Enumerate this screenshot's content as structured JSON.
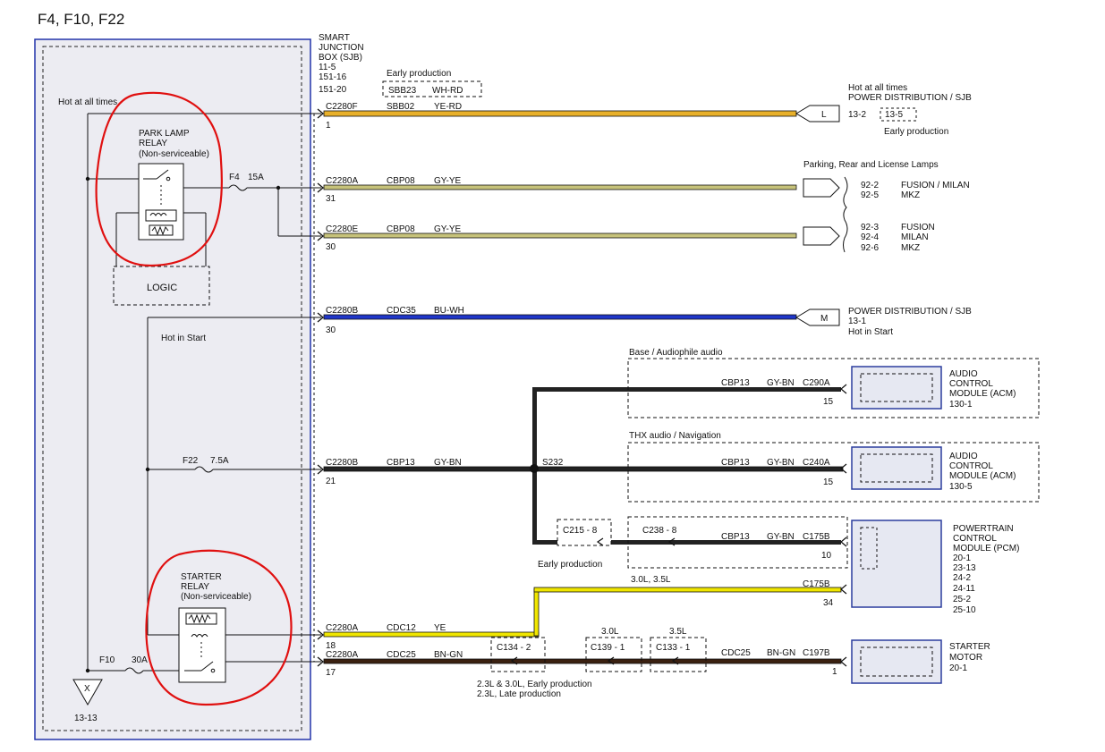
{
  "title": "F4, F10, F22",
  "colors": {
    "sjb_border": "#2233aa",
    "sjb_fill": "#ececf2",
    "module_border": "#2b3d9e",
    "module_fill": "#e6e8f2",
    "annotation_red": "#e01010",
    "wire_ye_rd": "#e8b02a",
    "wire_gy_ye": "#c6c27a",
    "wire_bu_wh": "#1f36c8",
    "wire_gy_bn": "#222222",
    "wire_ye": "#f0e600",
    "wire_bn_gn": "#3a2010"
  },
  "sjb": {
    "label_lines": [
      "SMART",
      "JUNCTION",
      "BOX (SJB)",
      "11-5",
      "151-16",
      "151-20"
    ],
    "hot_at_all_times": "Hot at all times",
    "hot_in_start": "Hot in Start",
    "park_relay_lines": [
      "PARK LAMP",
      "RELAY",
      "(Non-serviceable)"
    ],
    "starter_relay_lines": [
      "STARTER",
      "RELAY",
      "(Non-serviceable)"
    ],
    "logic": "LOGIC",
    "fuse_f4": "F4",
    "fuse_f4_rating": "15A",
    "fuse_f22": "F22",
    "fuse_f22_rating": "7.5A",
    "fuse_f10": "F10",
    "fuse_f10_rating": "30A",
    "ground_symbol": "X",
    "ground_ref": "13-13"
  },
  "early_production": "Early production",
  "circuits": [
    {
      "connector": "C2280F",
      "pin": "1",
      "circuit": "SBB02",
      "wire_color": "YE-RD",
      "early_circuit": "SBB23",
      "early_wire_color": "WH-RD"
    },
    {
      "connector": "C2280A",
      "pin": "31",
      "circuit": "CBP08",
      "wire_color": "GY-YE"
    },
    {
      "connector": "C2280E",
      "pin": "30",
      "circuit": "CBP08",
      "wire_color": "GY-YE"
    },
    {
      "connector": "C2280B",
      "pin": "30",
      "circuit": "CDC35",
      "wire_color": "BU-WH"
    },
    {
      "connector": "C2280B",
      "pin": "21",
      "circuit": "CBP13",
      "wire_color": "GY-BN"
    },
    {
      "connector": "C2280A",
      "pin": "18",
      "circuit": "CDC12",
      "wire_color": "YE"
    },
    {
      "connector": "C2280A",
      "pin": "17",
      "circuit": "CDC25",
      "wire_color": "BN-GN"
    }
  ],
  "destinations": {
    "power_dist_1": {
      "lines": [
        "Hot at all times",
        "POWER DISTRIBUTION / SJB"
      ],
      "arrow": "L",
      "ref": "13-2",
      "early_ref": "13-5",
      "early_note": "Early production"
    },
    "parking_lamps": {
      "title": "Parking, Rear and License Lamps",
      "group1": [
        [
          "92-2",
          "FUSION / MILAN"
        ],
        [
          "92-5",
          "MKZ"
        ]
      ],
      "group2": [
        [
          "92-3",
          "FUSION"
        ],
        [
          "92-4",
          "MILAN"
        ],
        [
          "92-6",
          "MKZ"
        ]
      ]
    },
    "power_dist_2": {
      "lines": [
        "POWER DISTRIBUTION / SJB",
        "13-1",
        "Hot in Start"
      ],
      "arrow": "M"
    }
  },
  "splice": "S232",
  "acm1": {
    "option": "Base / Audiophile audio",
    "circuit": "CBP13",
    "wire_color": "GY-BN",
    "connector": "C290A",
    "pin": "15",
    "label_lines": [
      "AUDIO",
      "CONTROL",
      "MODULE (ACM)",
      "130-1"
    ]
  },
  "acm2": {
    "option": "THX audio / Navigation",
    "circuit": "CBP13",
    "wire_color": "GY-BN",
    "connector": "C240A",
    "pin": "15",
    "label_lines": [
      "AUDIO",
      "CONTROL",
      "MODULE (ACM)",
      "130-5"
    ]
  },
  "pcm": {
    "inline_c215": "C215 - 8",
    "inline_c215_note": "Early production",
    "inline_c238": "C238 - 8",
    "circuit": "CBP13",
    "wire_color": "GY-BN",
    "connector": "C175B",
    "pin": "10",
    "engine_note": "3.0L, 3.5L",
    "connector2": "C175B",
    "pin2": "34",
    "label_lines": [
      "POWERTRAIN",
      "CONTROL",
      "MODULE (PCM)",
      "20-1",
      "23-13",
      "24-2",
      "24-11",
      "25-2",
      "25-10"
    ]
  },
  "starter": {
    "inline_c134": "C134 - 2",
    "c134_notes": [
      "2.3L & 3.0L, Early production",
      "2.3L, Late production"
    ],
    "engine_30l": "3.0L",
    "inline_c139": "C139 - 1",
    "engine_35l": "3.5L",
    "inline_c133": "C133 - 1",
    "circuit": "CDC25",
    "wire_color": "BN-GN",
    "connector": "C197B",
    "pin": "1",
    "label_lines": [
      "STARTER",
      "MOTOR",
      "20-1"
    ]
  }
}
